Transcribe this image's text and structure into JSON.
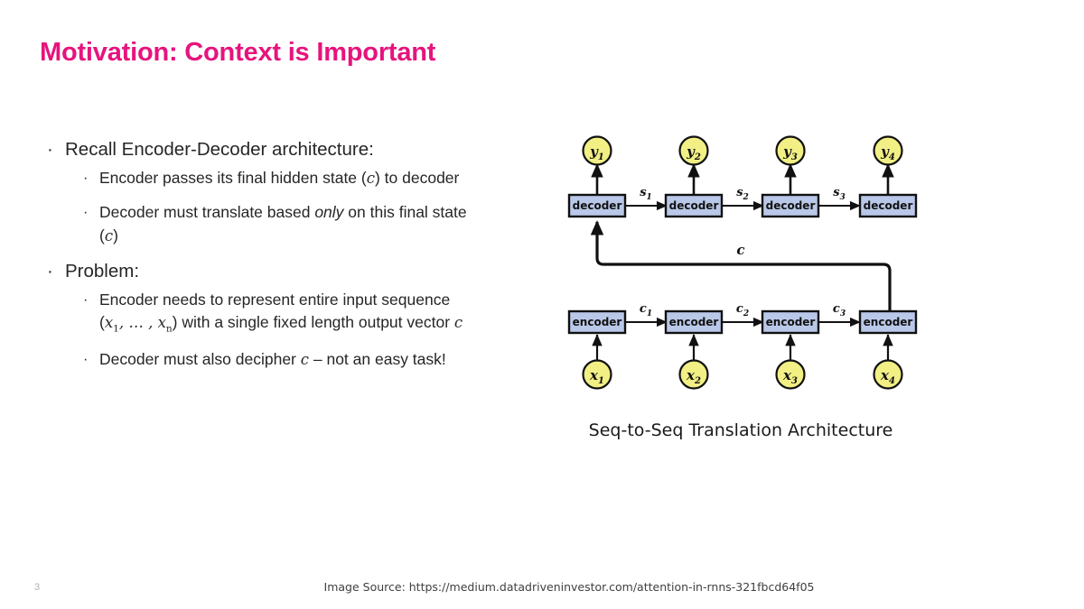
{
  "slide": {
    "title": "Motivation: Context is Important",
    "page_number": "3",
    "image_source": "Image Source: https://medium.datadriveninvestor.com/attention-in-rnns-321fbcd64f05"
  },
  "bullets": [
    {
      "level1": "Recall Encoder-Decoder architecture:",
      "children": [
        {
          "segments": [
            {
              "t": "Encoder passes its final hidden state (",
              "style": "plain"
            },
            {
              "t": "c",
              "style": "math"
            },
            {
              "t": ") to decoder",
              "style": "plain"
            }
          ]
        },
        {
          "segments": [
            {
              "t": "Decoder must translate based ",
              "style": "plain"
            },
            {
              "t": "only",
              "style": "italic"
            },
            {
              "t": " on this final state (",
              "style": "plain"
            },
            {
              "t": "c",
              "style": "math"
            },
            {
              "t": ")",
              "style": "plain"
            }
          ]
        }
      ]
    },
    {
      "level1": "Problem:",
      "children": [
        {
          "segments": [
            {
              "t": "Encoder needs to represent entire input sequence (",
              "style": "plain"
            },
            {
              "t": "x",
              "style": "math",
              "sub": "1"
            },
            {
              "t": ", … , ",
              "style": "math"
            },
            {
              "t": "x",
              "style": "math",
              "sub": "n"
            },
            {
              "t": ") with a single fixed length output vector ",
              "style": "plain"
            },
            {
              "t": "c",
              "style": "math"
            }
          ]
        },
        {
          "segments": [
            {
              "t": "Decoder must also decipher ",
              "style": "plain"
            },
            {
              "t": "c",
              "style": "math"
            },
            {
              "t": " – not an easy task!",
              "style": "plain"
            }
          ]
        }
      ]
    }
  ],
  "bullet_marker": "·",
  "figure": {
    "caption": "Seq-to-Seq Translation Architecture",
    "colors": {
      "node_fill": "#f2ef85",
      "box_fill": "#b9c8e8",
      "stroke": "#111111"
    },
    "output_nodes": [
      {
        "label": "y",
        "sub": "1"
      },
      {
        "label": "y",
        "sub": "2"
      },
      {
        "label": "y",
        "sub": "3"
      },
      {
        "label": "y",
        "sub": "4"
      }
    ],
    "input_nodes": [
      {
        "label": "x",
        "sub": "1"
      },
      {
        "label": "x",
        "sub": "2"
      },
      {
        "label": "x",
        "sub": "3"
      },
      {
        "label": "x",
        "sub": "4"
      }
    ],
    "decoder_boxes": [
      "decoder",
      "decoder",
      "decoder",
      "decoder"
    ],
    "encoder_boxes": [
      "encoder",
      "encoder",
      "encoder",
      "encoder"
    ],
    "decoder_edge_labels": [
      {
        "label": "s",
        "sub": "1"
      },
      {
        "label": "s",
        "sub": "2"
      },
      {
        "label": "s",
        "sub": "3"
      }
    ],
    "encoder_edge_labels": [
      {
        "label": "c",
        "sub": "1"
      },
      {
        "label": "c",
        "sub": "2"
      },
      {
        "label": "c",
        "sub": "3"
      }
    ],
    "context_label": "c"
  }
}
